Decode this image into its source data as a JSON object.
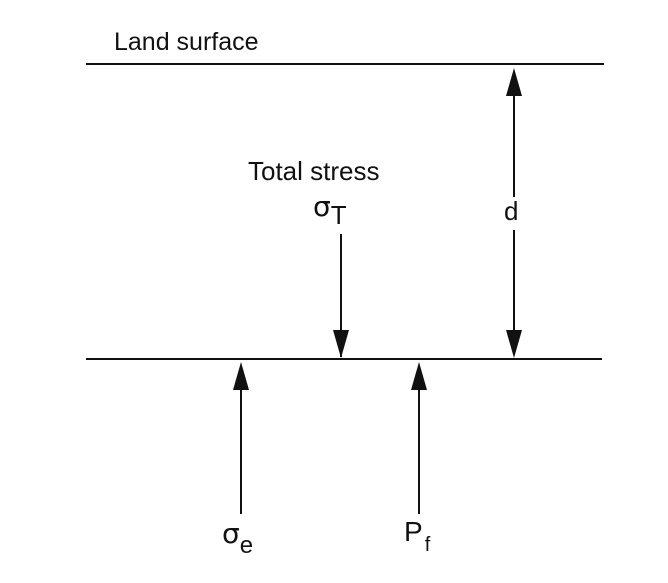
{
  "diagram": {
    "land_surface_label": "Land surface",
    "total_stress_label": "Total stress",
    "sigma_symbol": "σ",
    "total_stress_subscript": "T",
    "depth_label": "d",
    "effective_stress_subscript": "e",
    "fluid_pressure_symbol": "P",
    "fluid_pressure_subscript": "f",
    "colors": {
      "ink": "#111111",
      "background": "#ffffff"
    }
  }
}
